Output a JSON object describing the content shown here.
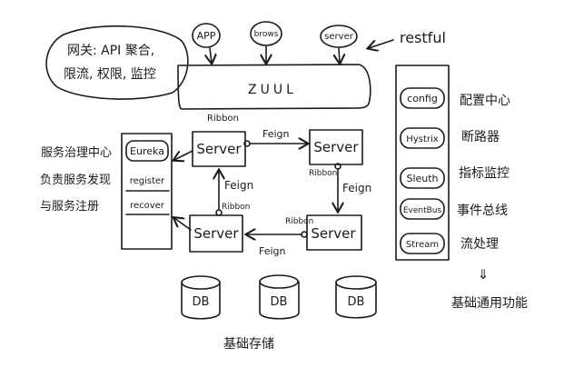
{
  "clients": {
    "app": "APP",
    "browser": "brows",
    "server": "server"
  },
  "restful_label": "restful",
  "gateway": {
    "zuul_label": "ZUUL",
    "note_line1": "网关: API 聚合,",
    "note_line2": "限流, 权限, 监控"
  },
  "registry": {
    "items": [
      "Eureka",
      "register",
      "recover"
    ],
    "note_line1": "服务治理中心",
    "note_line2": "负责服务发现",
    "note_line3": "与服务注册"
  },
  "services": {
    "top_left": "Server",
    "top_right": "Server",
    "bottom_left": "Server",
    "bottom_right": "Server"
  },
  "links": {
    "ribbon_top": "Ribbon",
    "feign_top": "Feign",
    "ribbon_right": "Ribbon",
    "feign_right": "Feign",
    "feign_left": "Feign",
    "ribbon_left": "Ribbon",
    "ribbon_bottom": "Ribbon",
    "feign_bottom": "Feign"
  },
  "databases": {
    "db1": "DB",
    "db2": "DB",
    "db3": "DB",
    "caption": "基础存储"
  },
  "components": {
    "items": [
      {
        "name": "config",
        "desc": "配置中心"
      },
      {
        "name": "Hystrix",
        "desc": "断路器"
      },
      {
        "name": "Sleuth",
        "desc": "指标监控"
      },
      {
        "name": "EventBus",
        "desc": "事件总线"
      },
      {
        "name": "Stream",
        "desc": "流处理"
      }
    ],
    "arrow": "⇓",
    "caption": "基础通用功能"
  }
}
